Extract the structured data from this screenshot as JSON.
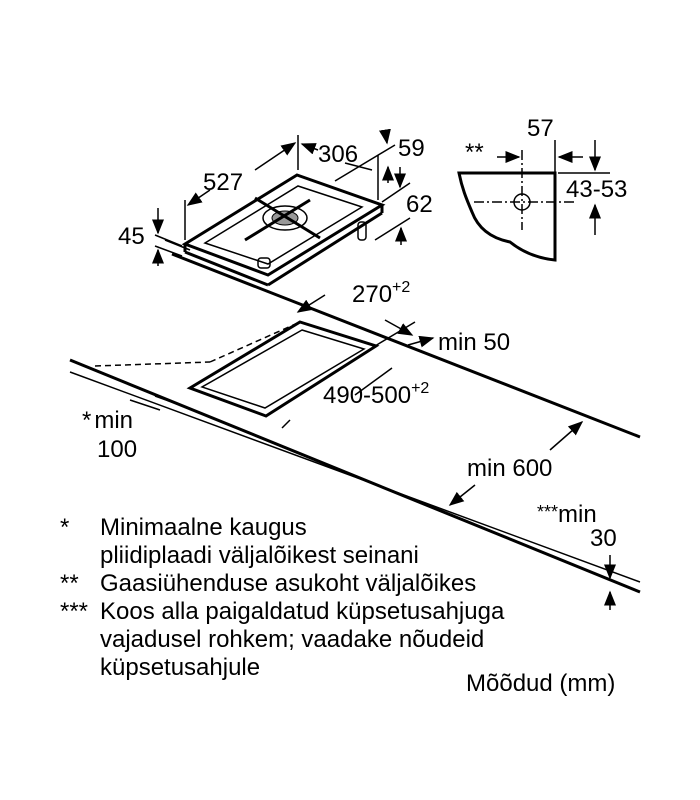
{
  "title_units": "Mõõdud (mm)",
  "hob_dimensions": {
    "depth": "527",
    "width": "306",
    "height_top": "59",
    "height_body": "62",
    "height_side": "45"
  },
  "gas_connection_detail": {
    "marker": "**",
    "offset": "57",
    "height_range": "43-53"
  },
  "cutout": {
    "width": "270",
    "width_tol": "+2",
    "depth": "490-500",
    "depth_tol": "+2",
    "min_back": "min 50",
    "min_side_mark": "*",
    "min_side_label": "min",
    "min_side_value": "100",
    "min_front": "min 600",
    "min_bottom_mark": "***",
    "min_bottom_label": "min",
    "min_bottom_value": "30"
  },
  "notes": [
    {
      "mark": "*",
      "lines": [
        "Minimaalne kaugus",
        "pliidiplaadi väljalõikest seinani"
      ]
    },
    {
      "mark": "**",
      "lines": [
        "Gaasiühenduse asukoht väljalõikes"
      ]
    },
    {
      "mark": "***",
      "lines": [
        "Koos alla paigaldatud küpsetusahjuga",
        "vajadusel rohkem; vaadake nõudeid",
        "küpsetusahjule"
      ]
    }
  ]
}
